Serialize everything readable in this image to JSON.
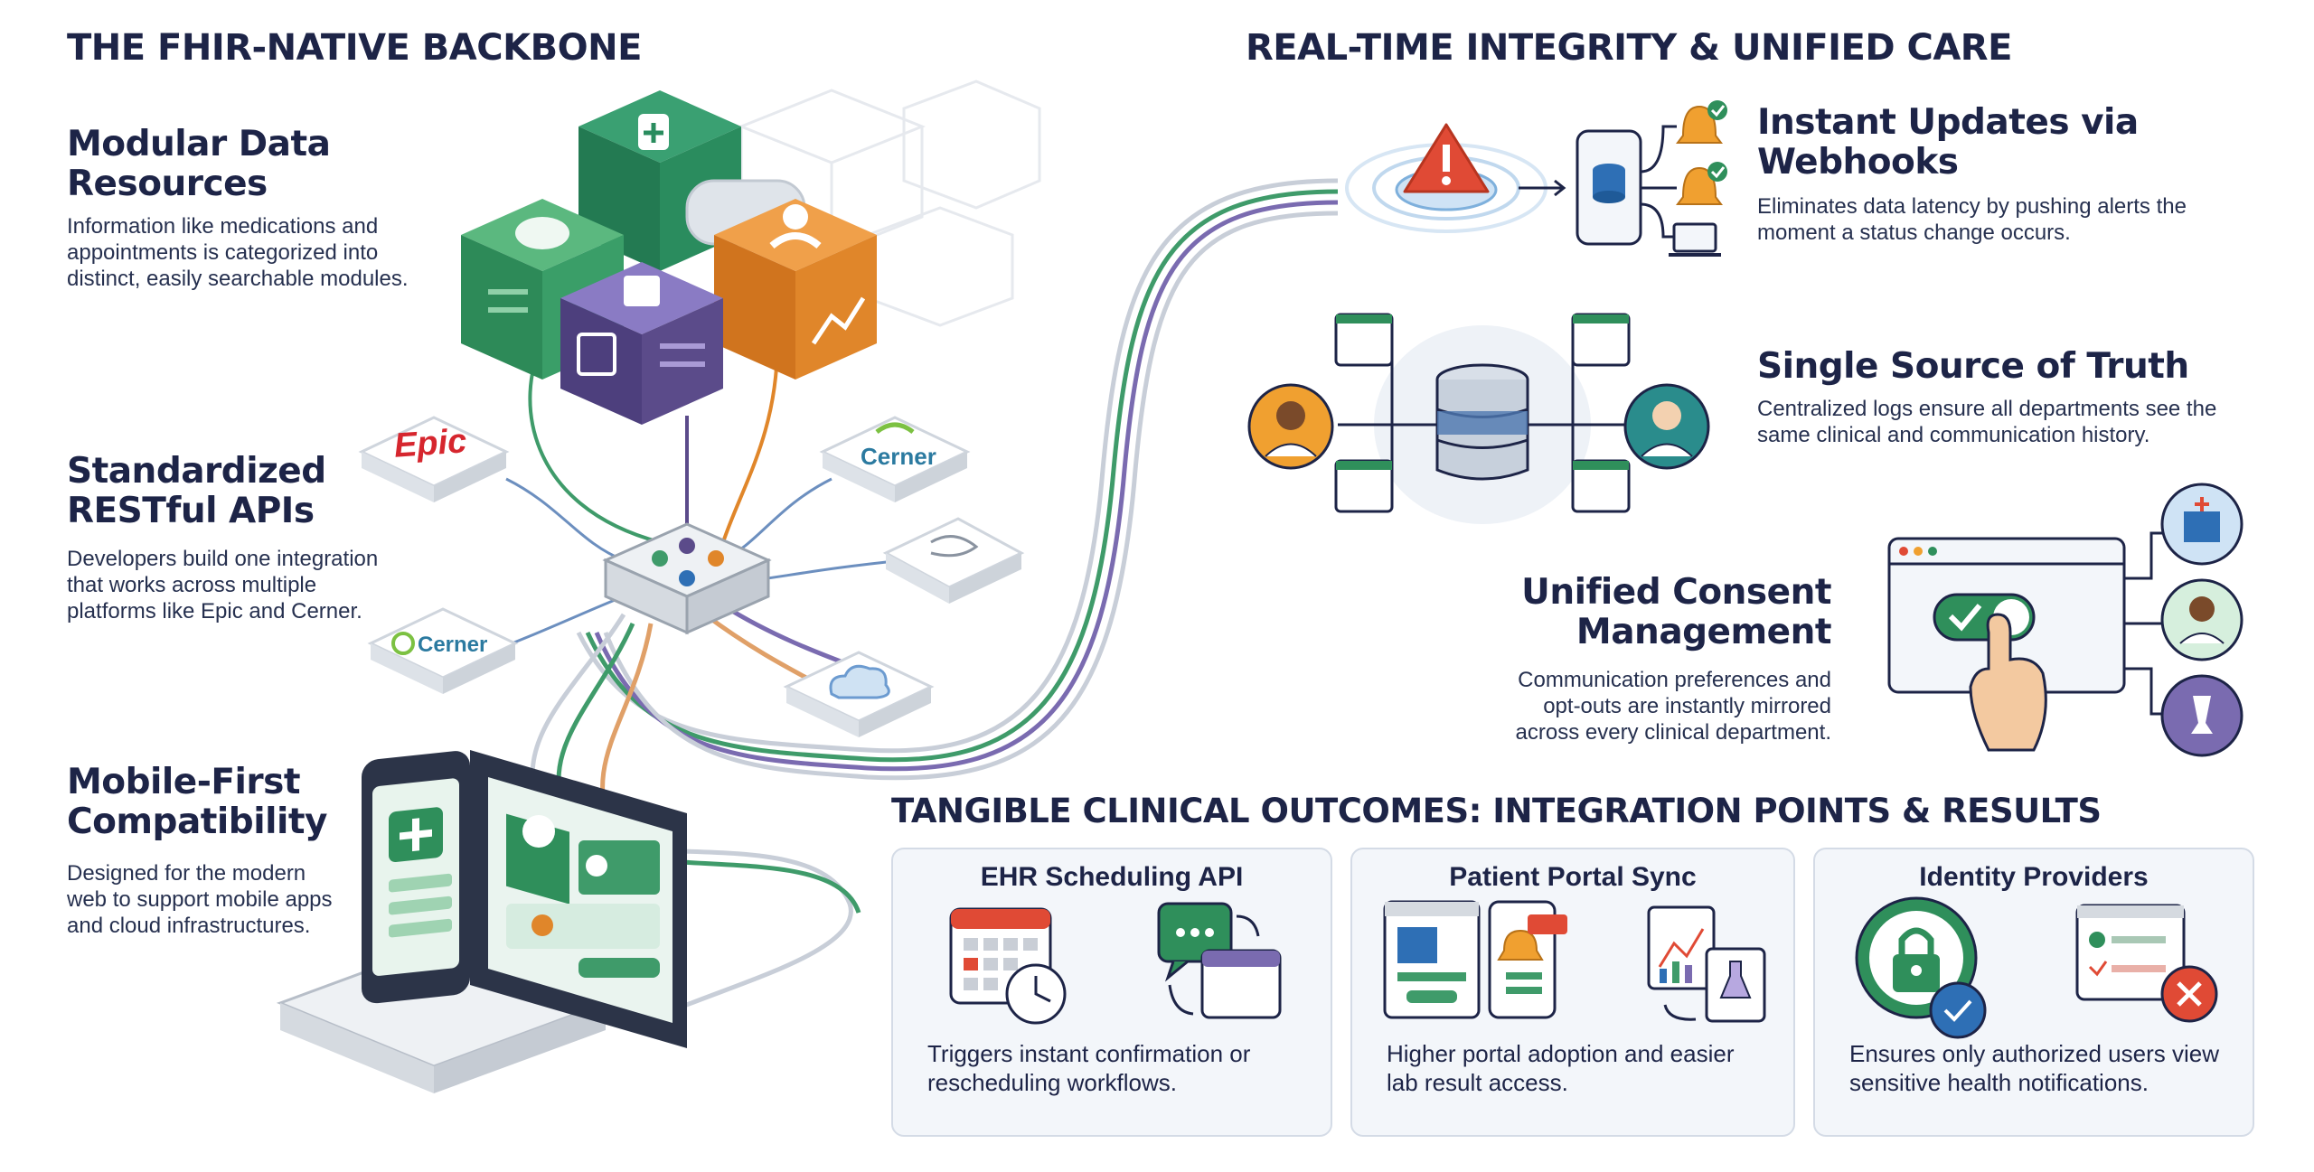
{
  "left": {
    "title": "THE FHIR-NATIVE BACKBONE",
    "features": [
      {
        "title": "Modular Data Resources",
        "body": "Information like medications and appointments is categorized into distinct, easily searchable modules."
      },
      {
        "title": "Standardized RESTful APIs",
        "body": "Developers build one integration that works across multiple platforms like Epic and Cerner."
      },
      {
        "title": "Mobile-First Compatibility",
        "body": "Designed for the modern web to support mobile apps and cloud infrastructures."
      }
    ],
    "logos": {
      "epic": "Epic",
      "cerner_1": "Cerner",
      "cerner_2": "Cerner"
    }
  },
  "right": {
    "title": "REAL-TIME INTEGRITY & UNIFIED CARE",
    "features": [
      {
        "title": "Instant Updates via Webhooks",
        "body": "Eliminates data latency by pushing alerts the moment a status change occurs."
      },
      {
        "title": "Single Source of Truth",
        "body": "Centralized logs ensure all departments see the same clinical and communication history."
      },
      {
        "title": "Unified Consent Management",
        "body": "Communication preferences and opt-outs are instantly mirrored across every clinical department."
      }
    ]
  },
  "outcomes": {
    "title": "TANGIBLE CLINICAL OUTCOMES: INTEGRATION POINTS & RESULTS",
    "cards": [
      {
        "title": "EHR Scheduling API",
        "body": "Triggers instant confirmation or rescheduling workflows."
      },
      {
        "title": "Patient Portal Sync",
        "body": "Higher portal adoption and easier lab result access."
      },
      {
        "title": "Identity Providers",
        "body": "Ensures only authorized users view sensitive health notifications."
      }
    ]
  },
  "colors": {
    "navy": "#1d2447",
    "green": "#2f8f5b",
    "teal": "#2a8c8c",
    "purple": "#5b4b8a",
    "orange": "#e0862a",
    "red": "#e04a35",
    "blue": "#2e6fb5"
  }
}
